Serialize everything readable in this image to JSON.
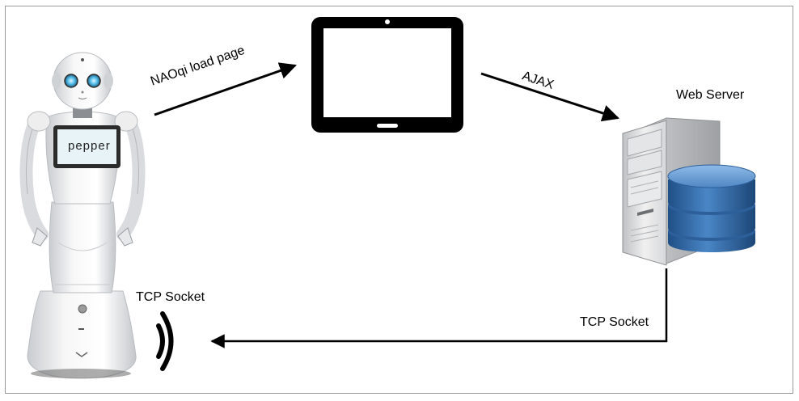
{
  "diagram": {
    "labels": {
      "naoqi": "NAOqi load page",
      "ajax": "AJAX",
      "web_server": "Web Server",
      "tcp_socket_robot": "TCP Socket",
      "tcp_socket_server": "TCP Socket"
    },
    "robot_screen_text": "pepper",
    "nodes": {
      "robot": "pepper-robot",
      "tablet": "tablet-device",
      "server": "web-server-with-database",
      "signal": "wireless-signal-icon"
    }
  }
}
